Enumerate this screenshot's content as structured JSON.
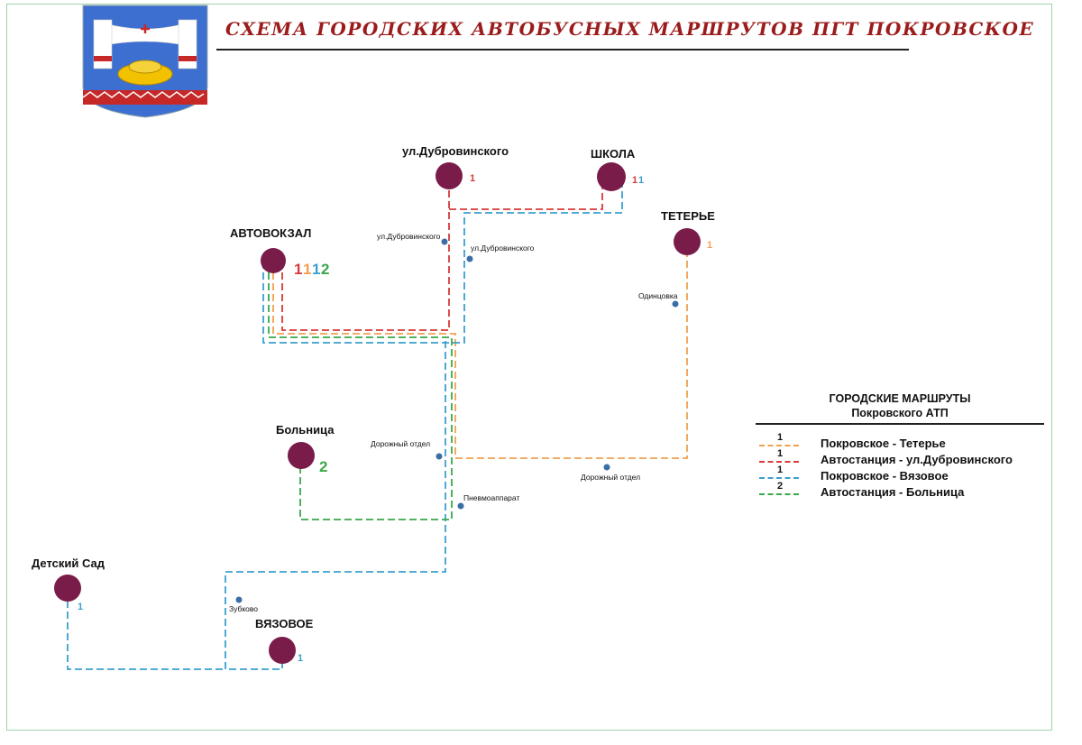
{
  "header": {
    "title": "СХЕМА ГОРОДСКИХ АВТОБУСНЫХ МАРШРУТОВ  ПГТ ПОКРОВСКОЕ"
  },
  "colors": {
    "route_orange": "#f0a050",
    "route_red": "#d63a3a",
    "route_blue": "#3aa0d0",
    "route_green": "#3aa84a",
    "stop_major": "#7a1c4a",
    "stop_minor": "#3a6ea5",
    "title_color": "#9b1c1c"
  },
  "stops": {
    "dubrovinskogo": {
      "label": "ул.Дубровинского",
      "routes": "1"
    },
    "shkola": {
      "label": "ШКОЛА",
      "routes_red": "1",
      "routes_blue": "1"
    },
    "teterye": {
      "label": "ТЕТЕРЬЕ",
      "routes": "1"
    },
    "avtovokzal": {
      "label": "АВТОВОКЗАЛ",
      "r1": "1",
      "r2": "1",
      "r3": "1",
      "r4": "2"
    },
    "bolnitsa": {
      "label": "Больница",
      "routes": "2"
    },
    "detsad": {
      "label": "Детский Сад",
      "routes": "1"
    },
    "vyazovoe": {
      "label": "ВЯЗОВОЕ",
      "routes": "1"
    }
  },
  "minor_stops": {
    "dubrovinskogo_a": "ул.Дубровинского",
    "dubrovinskogo_b": "ул.Дубровинского",
    "odintsovka": "Одинцовка",
    "dorozhny_1": "Дорожный отдел",
    "dorozhny_2": "Дорожный отдел",
    "pnevmoapparat": "Пневмоаппарат",
    "zubkovo": "Зубково"
  },
  "legend": {
    "title": "ГОРОДСКИЕ МАРШРУТЫ",
    "subtitle": "Покровского АТП",
    "items": [
      {
        "number": "1",
        "name": "Покровское - Тетерье",
        "color": "#f0a050"
      },
      {
        "number": "1",
        "name": "Автостанция - ул.Дубровинского",
        "color": "#d63a3a"
      },
      {
        "number": "1",
        "name": "Покровское - Вязовое",
        "color": "#3aa0d0"
      },
      {
        "number": "2",
        "name": "Автостанция - Больница",
        "color": "#3aa84a"
      }
    ]
  }
}
